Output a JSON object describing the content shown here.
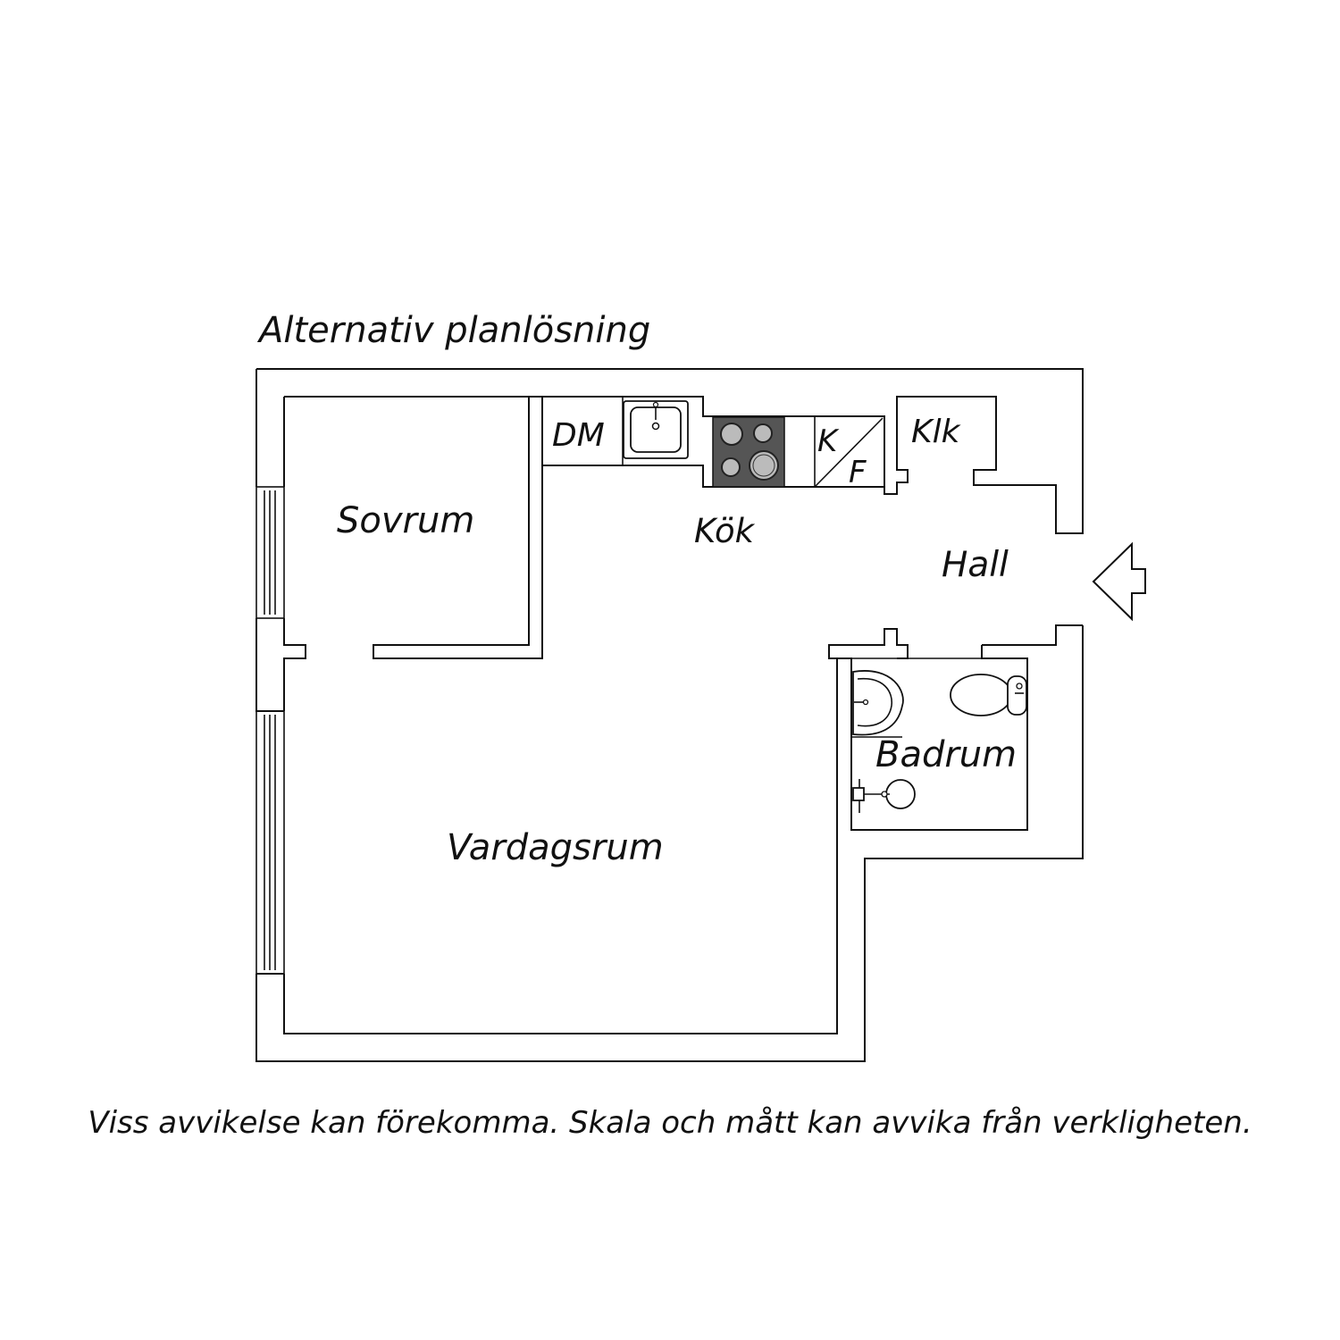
{
  "plan": {
    "title": "Alternativ planlösning",
    "disclaimer": "Viss avvikelse kan förekomma. Skala och mått kan avvika från verkligheten.",
    "rooms": {
      "sovrum": "Sovrum",
      "kok": "Kök",
      "hall": "Hall",
      "badrum": "Badrum",
      "vardagsrum": "Vardagsrum",
      "klk": "Klk"
    },
    "appliances": {
      "dishwasher": "DM",
      "fridge": "K",
      "freezer": "F"
    },
    "colors": {
      "stove_fill": "#555555",
      "line": "#111111"
    }
  }
}
